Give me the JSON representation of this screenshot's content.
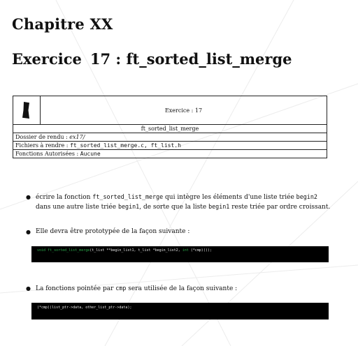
{
  "chapter": {
    "title": "Chapitre XX"
  },
  "exercise": {
    "prefix": "Exercice",
    "name": "17 : ft_sorted_list_merge"
  },
  "card": {
    "exercise_label": "Exercice : 17",
    "function_name": "ft_sorted_list_merge",
    "dir_label": "Dossier de rendu : ",
    "dir_value": "ex17/",
    "files_label": "Fichiers à rendre : ",
    "files_value": "ft_sorted_list_merge.c, ft_list.h",
    "allowed_label": "Fonctions Autorisées : ",
    "allowed_value": "Aucune"
  },
  "bullets": {
    "b1": {
      "t1": "écrire la fonction ",
      "c1": "ft_sorted_list_merge",
      "t2": " qui intègre les éléments d'une liste triée ",
      "c2": "begin2",
      "t3": " dans une autre liste triée ",
      "c3": "begin1",
      "t4": ", de sorte que la liste ",
      "c4": "begin1",
      "t5": " reste triée par ordre croissant."
    },
    "b2": {
      "t1": "Elle devra être prototypée de la façon suivante :"
    },
    "b3": {
      "t1": "La fonctions pointée par ",
      "c1": "cmp",
      "t2": " sera utilisée de la façon suivante :"
    }
  },
  "code1": {
    "kw_void": "void",
    "fname": " ft_sorted_list_merge",
    "args_a": "(t_list **begin_list1, t_list *begin_list2, ",
    "kw_int": "int",
    "args_b": " (*cmp)());"
  },
  "code2": {
    "line": "(*cmp)(list_ptr->data, other_list_ptr->data);"
  }
}
